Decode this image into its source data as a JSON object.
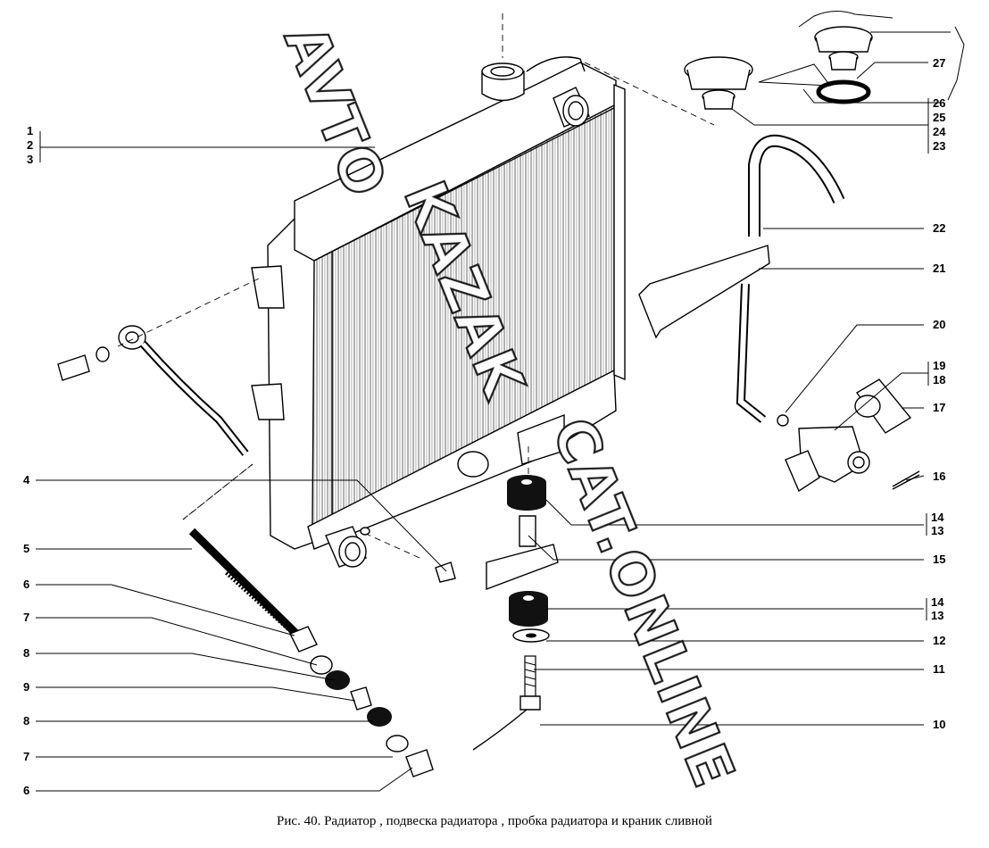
{
  "caption": "Рис. 40. Радиатор , подвеска радиатора , пробка радиатора и краник сливной",
  "watermark": {
    "line1": "AVTO",
    "line2": "KAZAK",
    "line3": "CAT.ONLINE"
  },
  "callouts": {
    "c1": "1",
    "c2": "2",
    "c3": "3",
    "c4": "4",
    "c5": "5",
    "c6a": "6",
    "c6b": "6",
    "c7a": "7",
    "c7b": "7",
    "c8a": "8",
    "c8b": "8",
    "c9": "9",
    "c10": "10",
    "c11": "11",
    "c12": "12",
    "c13a": "13",
    "c13b": "13",
    "c14a": "14",
    "c14b": "14",
    "c15": "15",
    "c16": "16",
    "c17": "17",
    "c18": "18",
    "c19": "19",
    "c20": "20",
    "c21": "21",
    "c22": "22",
    "c23": "23",
    "c24": "24",
    "c25": "25",
    "c26": "26",
    "c27": "27"
  }
}
